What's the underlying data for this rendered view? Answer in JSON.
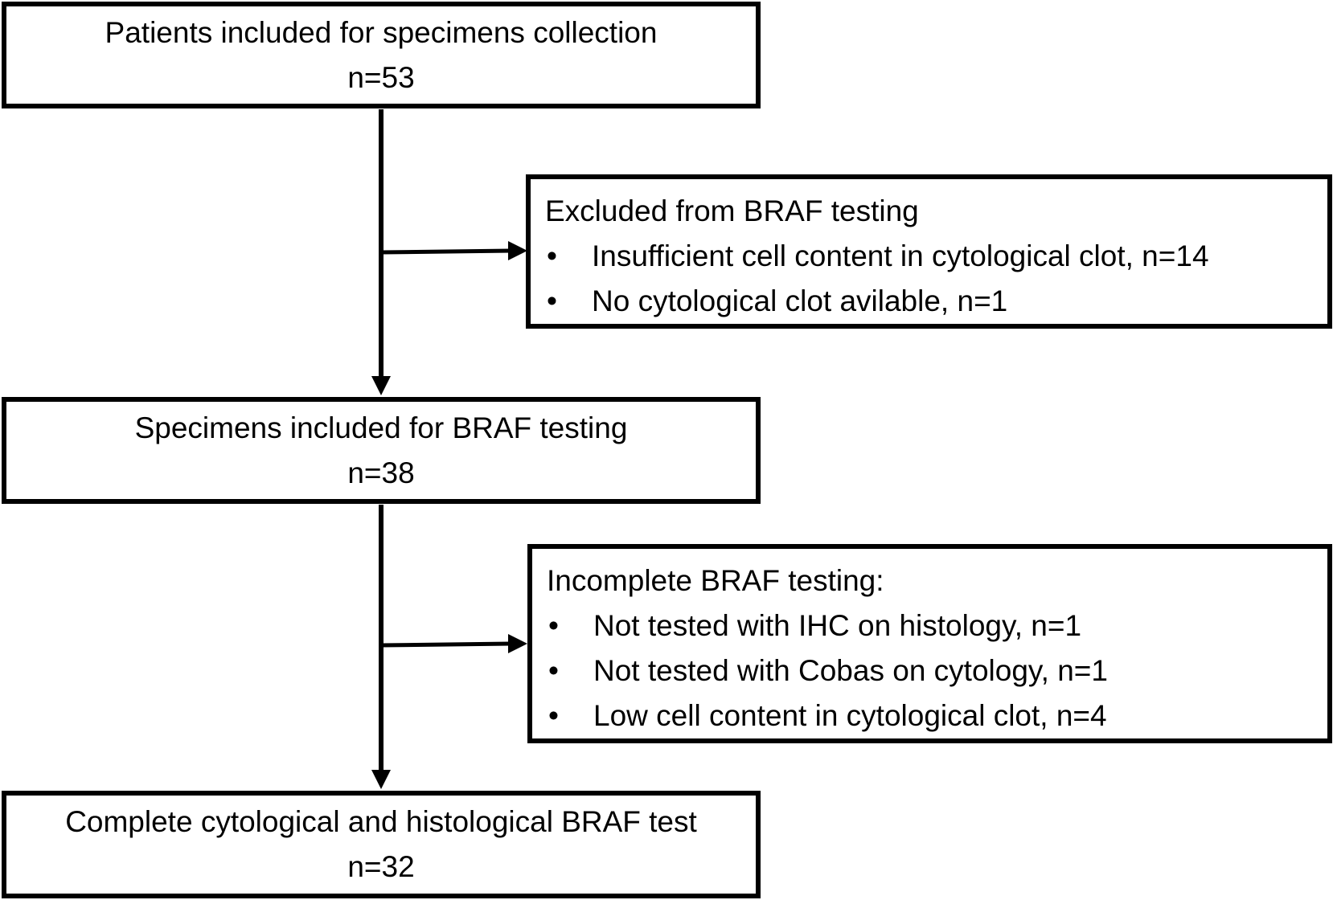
{
  "boxes": {
    "patients": {
      "title": "Patients included for specimens collection",
      "count": "n=53"
    },
    "excluded": {
      "heading": "Excluded from BRAF testing",
      "items": [
        "Insufficient cell content in cytological clot, n=14",
        "No cytological clot avilable, n=1"
      ]
    },
    "specimens": {
      "title": "Specimens included for BRAF testing",
      "count": "n=38"
    },
    "incomplete": {
      "heading": "Incomplete BRAF testing:",
      "items": [
        "Not tested with IHC on histology, n=1",
        "Not tested with Cobas on cytology, n=1",
        "Low cell content in cytological clot, n=4"
      ]
    },
    "complete": {
      "title": "Complete cytological and histological BRAF test",
      "count": "n=32"
    }
  },
  "bullet_glyph": "•"
}
